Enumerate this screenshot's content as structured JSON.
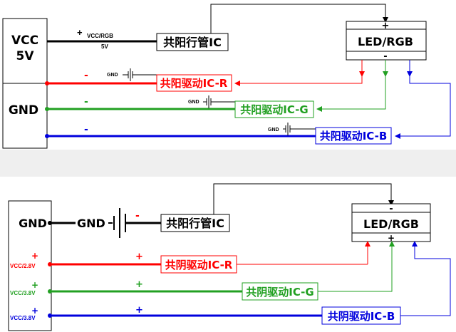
{
  "top": {
    "vcc_label": "VCC",
    "vcc_volt": "5V",
    "gnd_label": "GND",
    "plus_sign": "+",
    "vcc_rgb_label": "VCC/RGB",
    "vcc_rgb_volt": "5V",
    "anode_ic": "共阳行管IC",
    "led_label": "LED/RGB",
    "led_plus": "+",
    "led_minus": "-",
    "minus_sign": "-",
    "gnd_small": "GND",
    "driver_r": "共阳驱动IC-R",
    "driver_g": "共阳驱动IC-G",
    "driver_b": "共阳驱动IC-B"
  },
  "bottom": {
    "gnd_label": "GND",
    "gnd_mid": "GND",
    "minus_sign": "-",
    "anode_ic": "共阳行管IC",
    "led_label": "LED/RGB",
    "led_minus": "-",
    "led_plus": "+",
    "plus_sign": "+",
    "vcc_r": "VCC/2.8V",
    "vcc_g": "VCC/3.8V",
    "vcc_b": "VCC/3.8V",
    "driver_r": "共阴驱动IC-R",
    "driver_g": "共阴驱动IC-G",
    "driver_b": "共阴驱动IC-B"
  },
  "colors": {
    "red": "#ff0000",
    "green": "#22a022",
    "blue": "#0000dd",
    "black": "#000000",
    "divider": "#efefef"
  }
}
